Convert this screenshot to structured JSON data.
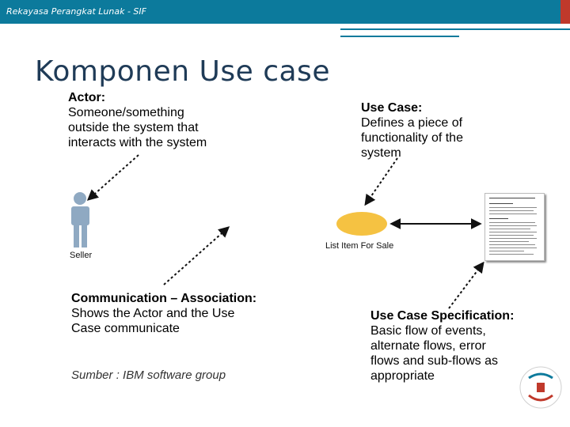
{
  "header": {
    "title": "Rekayasa Perangkat Lunak - SIF"
  },
  "heading": "Komponen Use case",
  "actor": {
    "title": "Actor:",
    "lines": [
      "Someone/something",
      "outside the system that",
      "interacts with the system"
    ]
  },
  "usecase": {
    "title": "Use Case:",
    "lines": [
      "Defines a piece of",
      "functionality of the",
      "system"
    ]
  },
  "communication": {
    "title": "Communication – Association:",
    "lines": [
      "Shows the Actor and the Use",
      "Case communicate"
    ]
  },
  "spec": {
    "title": "Use Case Specification:",
    "lines": [
      "Basic flow of events,",
      "alternate flows, error",
      "flows and sub-flows as",
      "appropriate"
    ]
  },
  "source": "Sumber : IBM software group",
  "diagram": {
    "actor_label": "Seller",
    "usecase_label": "List Item For Sale"
  },
  "colors": {
    "header": "#0c7a9c",
    "heading": "#1f3b57",
    "usecase_fill": "#f5c242",
    "arrow": "#111111"
  }
}
